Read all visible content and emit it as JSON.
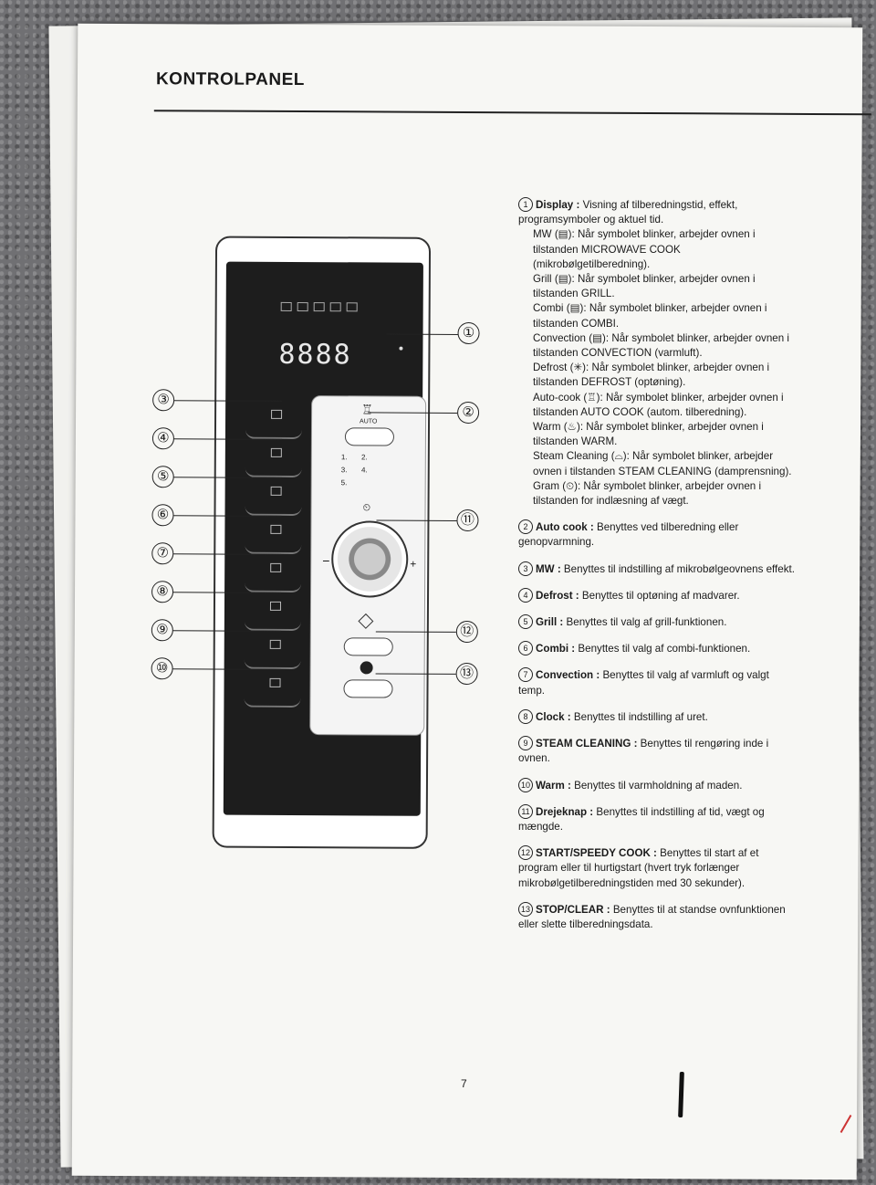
{
  "page": {
    "title": "KONTROLPANEL",
    "page_number": "7"
  },
  "panel": {
    "display_digits": "8888",
    "auto_label": "AUTO",
    "auto_programs": [
      "1.",
      "2.",
      "3.",
      "4.",
      "5."
    ],
    "dial_minus": "−",
    "dial_plus": "+",
    "callouts": [
      "①",
      "②",
      "③",
      "④",
      "⑤",
      "⑥",
      "⑦",
      "⑧",
      "⑨",
      "⑩",
      "⑪",
      "⑫",
      "⑬"
    ]
  },
  "descriptions": {
    "display": {
      "num": "1",
      "title": "Display :",
      "text": "Visning af tilberedningstid, effekt, programsymboler og aktuel tid.",
      "subs": [
        "MW (▤): Når symbolet blinker, arbejder ovnen i tilstanden MICROWAVE COOK (mikrobølgetilberedning).",
        "Grill (▤): Når symbolet blinker, arbejder ovnen i tilstanden GRILL.",
        "Combi (▤): Når symbolet blinker, arbejder ovnen i tilstanden COMBI.",
        "Convection (▤): Når symbolet blinker, arbejder ovnen i tilstanden CONVECTION (varmluft).",
        "Defrost (✳): Når symbolet blinker, arbejder ovnen i tilstanden DEFROST (optøning).",
        "Auto-cook (♖): Når symbolet blinker, arbejder ovnen i tilstanden AUTO COOK (autom. tilberedning).",
        "Warm (♨): Når symbolet blinker, arbejder ovnen i tilstanden WARM.",
        "Steam Cleaning (⌓): Når symbolet blinker, arbejder ovnen i tilstanden STEAM CLEANING (damprensning).",
        "Gram (⏲): Når symbolet blinker, arbejder ovnen i tilstanden for indlæsning af vægt."
      ]
    },
    "items": [
      {
        "num": "2",
        "title": "Auto cook :",
        "text": "Benyttes ved tilberedning eller genopvarmning."
      },
      {
        "num": "3",
        "title": "MW :",
        "text": "Benyttes til indstilling af mikrobølgeovnens effekt."
      },
      {
        "num": "4",
        "title": "Defrost :",
        "text": "Benyttes til optøning af madvarer."
      },
      {
        "num": "5",
        "title": "Grill :",
        "text": "Benyttes til valg af grill-funktionen."
      },
      {
        "num": "6",
        "title": "Combi :",
        "text": "Benyttes til valg af combi-funktionen."
      },
      {
        "num": "7",
        "title": "Convection :",
        "text": "Benyttes til valg af varmluft og valgt temp."
      },
      {
        "num": "8",
        "title": "Clock :",
        "text": "Benyttes til indstilling af uret."
      },
      {
        "num": "9",
        "title": "STEAM CLEANING :",
        "text": "Benyttes til rengøring inde i ovnen."
      },
      {
        "num": "10",
        "title": "Warm :",
        "text": "Benyttes til varmholdning af maden."
      },
      {
        "num": "11",
        "title": "Drejeknap :",
        "text": "Benyttes til indstilling af tid, vægt og mængde."
      },
      {
        "num": "12",
        "title": "START/SPEEDY COOK :",
        "text": "Benyttes til start af et program eller til hurtigstart (hvert tryk forlænger mikrobølgetilberedningstiden med 30 sekunder)."
      },
      {
        "num": "13",
        "title": "STOP/CLEAR :",
        "text": "Benyttes til at standse ovnfunktionen eller slette tilberedningsdata."
      }
    ]
  },
  "icons": [
    "display-icon",
    "chef-hat-icon",
    "timer-icon",
    "start-diamond-icon",
    "stop-circle-icon"
  ]
}
